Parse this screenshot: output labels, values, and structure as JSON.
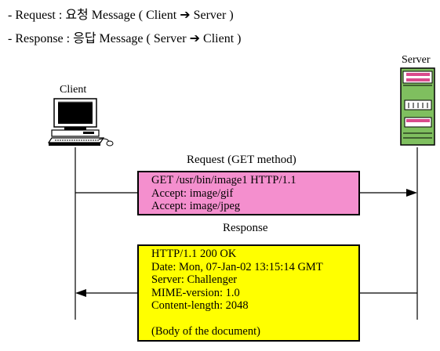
{
  "bullets": {
    "request": {
      "prefix": "- Request : 요청 Message ( Client ",
      "arrow": "➔",
      "suffix": " Server )"
    },
    "response": {
      "prefix": "- Response : 응답 Message ( Server ",
      "arrow": "➔",
      "suffix": " Client )"
    }
  },
  "labels": {
    "client": "Client",
    "server": "Server",
    "request_method": "Request (GET method)",
    "response": "Response"
  },
  "request_message": {
    "lines": [
      "GET   /usr/bin/image1  HTTP/1.1",
      "Accept: image/gif",
      "Accept: image/jpeg"
    ],
    "fill": "#f48fce"
  },
  "response_message": {
    "lines": [
      "HTTP/1.1   200  OK",
      "Date: Mon, 07-Jan-02 13:15:14 GMT",
      "Server: Challenger",
      "MIME-version: 1.0",
      "Content-length: 2048",
      "",
      "(Body of the document)"
    ],
    "fill": "#ffff00"
  },
  "colors": {
    "server_body": "#7fbf5f",
    "server_stripe": "#d94a8c",
    "line": "#000000"
  }
}
